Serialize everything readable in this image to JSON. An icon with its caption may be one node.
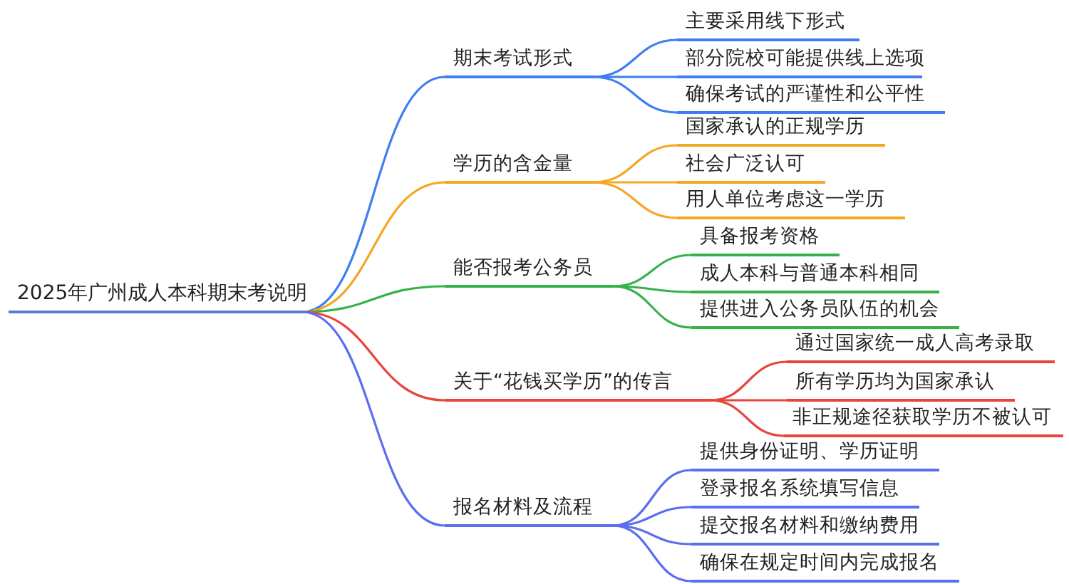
{
  "diagram": {
    "nodes": [
      {
        "text": [
          "2025年广州成人本科期末考说明"
        ]
      },
      {
        "text": [
          "期末考试形式"
        ]
      },
      {
        "text": [
          "主要采用线下形式"
        ]
      },
      {
        "text": [
          "部分院校可能提供线上选项"
        ]
      },
      {
        "text": [
          "确保考试的严谨性和公平性"
        ]
      },
      {
        "text": [
          "学历的含金量"
        ]
      },
      {
        "text": [
          "国家承认的正规学历"
        ]
      },
      {
        "text": [
          "社会广泛认可"
        ]
      },
      {
        "text": [
          "用人单位考虑这一学历"
        ]
      },
      {
        "text": [
          "能否报考公务员"
        ]
      },
      {
        "text": [
          "具备报考资格"
        ]
      },
      {
        "text": [
          "成人本科与普通本科相同"
        ]
      },
      {
        "text": [
          "提供进入公务员队伍的机会"
        ]
      },
      {
        "text": [
          "关于“花钱买学历”的传言"
        ]
      },
      {
        "text": [
          "通过国家统一成人高考录取"
        ]
      },
      {
        "text": [
          "所有学历均为国家承认"
        ]
      },
      {
        "text": [
          "非正规途径获取学历不被认可"
        ]
      },
      {
        "text": [
          "报名材料及流程"
        ]
      },
      {
        "text": [
          "提供身份证明、学历证明"
        ]
      },
      {
        "text": [
          "登录报名系统填写信息"
        ]
      },
      {
        "text": [
          "提交报名材料和缴纳费用"
        ]
      },
      {
        "text": [
          "确保在规定时间内完成报名"
        ]
      }
    ],
    "edges": [
      {
        "from": 0,
        "to": 1,
        "arrow": "none",
        "color": "#3f7ef0"
      },
      {
        "from": 1,
        "to": 2,
        "arrow": "none",
        "color": "#3f7ef0"
      },
      {
        "from": 1,
        "to": 3,
        "arrow": "none",
        "color": "#3f7ef0"
      },
      {
        "from": 1,
        "to": 4,
        "arrow": "none",
        "color": "#3f7ef0"
      },
      {
        "from": 0,
        "to": 5,
        "arrow": "none",
        "color": "#f5a623"
      },
      {
        "from": 5,
        "to": 6,
        "arrow": "none",
        "color": "#f5a623"
      },
      {
        "from": 5,
        "to": 7,
        "arrow": "none",
        "color": "#f5a623"
      },
      {
        "from": 5,
        "to": 8,
        "arrow": "none",
        "color": "#f5a623"
      },
      {
        "from": 0,
        "to": 9,
        "arrow": "none",
        "color": "#36b24a"
      },
      {
        "from": 9,
        "to": 10,
        "arrow": "none",
        "color": "#36b24a"
      },
      {
        "from": 9,
        "to": 11,
        "arrow": "none",
        "color": "#36b24a"
      },
      {
        "from": 9,
        "to": 12,
        "arrow": "none",
        "color": "#36b24a"
      },
      {
        "from": 0,
        "to": 13,
        "arrow": "none",
        "color": "#e8453c"
      },
      {
        "from": 13,
        "to": 14,
        "arrow": "none",
        "color": "#e8453c"
      },
      {
        "from": 13,
        "to": 15,
        "arrow": "none",
        "color": "#e8453c"
      },
      {
        "from": 13,
        "to": 16,
        "arrow": "none",
        "color": "#e8453c"
      },
      {
        "from": 0,
        "to": 17,
        "arrow": "none",
        "color": "#5b6ef0"
      },
      {
        "from": 17,
        "to": 18,
        "arrow": "none",
        "color": "#5b6ef0"
      },
      {
        "from": 17,
        "to": 19,
        "arrow": "none",
        "color": "#5b6ef0"
      },
      {
        "from": 17,
        "to": 20,
        "arrow": "none",
        "color": "#5b6ef0"
      },
      {
        "from": 17,
        "to": 21,
        "arrow": "none",
        "color": "#5b6ef0"
      }
    ]
  }
}
